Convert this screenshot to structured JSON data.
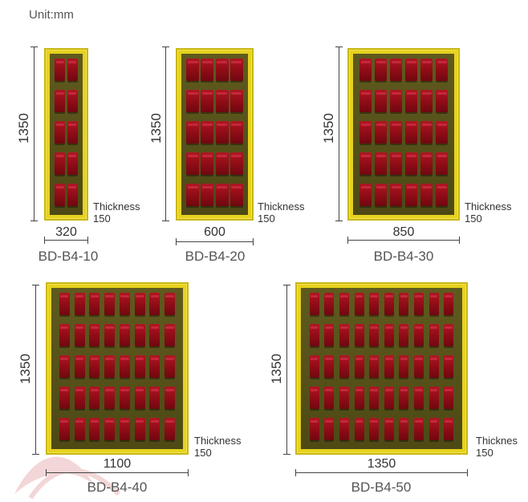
{
  "unit_label": "Unit:mm",
  "thickness_label": "Thickness",
  "thickness_label_clipped": "Thicknes",
  "thickness_value": "150",
  "colors": {
    "frame": "#e6d21e",
    "back": "#55501a",
    "bin": "#a01020"
  },
  "cabinets": [
    {
      "model": "BD-B4-10",
      "height": "1350",
      "width": "320",
      "rows": 5,
      "bins_per_row": 2
    },
    {
      "model": "BD-B4-20",
      "height": "1350",
      "width": "600",
      "rows": 5,
      "bins_per_row": 4
    },
    {
      "model": "BD-B4-30",
      "height": "1350",
      "width": "850",
      "rows": 5,
      "bins_per_row": 6
    },
    {
      "model": "BD-B4-40",
      "height": "1350",
      "width": "1100",
      "rows": 5,
      "bins_per_row": 8
    },
    {
      "model": "BD-B4-50",
      "height": "1350",
      "width": "1350",
      "rows": 5,
      "bins_per_row": 10
    }
  ]
}
